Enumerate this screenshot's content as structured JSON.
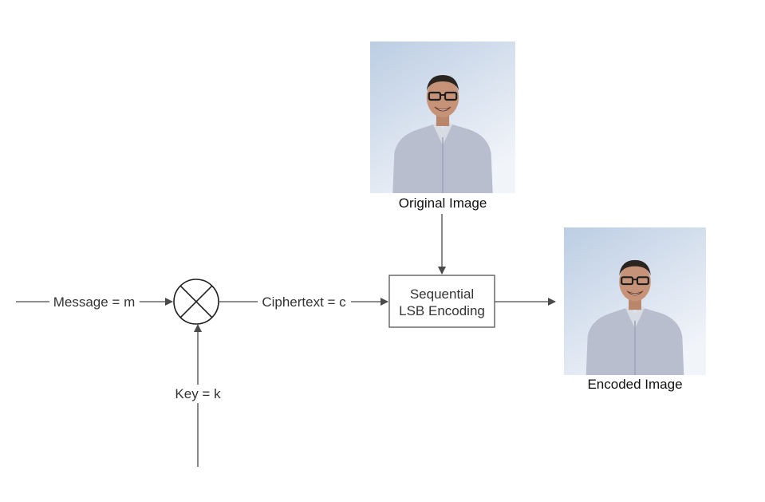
{
  "labels": {
    "message": "Message = m",
    "ciphertext": "Ciphertext = c",
    "key": "Key = k"
  },
  "process_box": {
    "line1": "Sequential",
    "line2": "LSB Encoding"
  },
  "images": {
    "original_caption": "Original Image",
    "encoded_caption": "Encoded Image"
  },
  "colors": {
    "line": "#4a4a4a",
    "photo_bg_top": "#c3d3e6",
    "photo_bg_bottom": "#eef2f8",
    "shirt": "#b9bfce",
    "skin": "#c79479"
  },
  "icons": {
    "xor_operator": "circle-with-x",
    "photo": "person-portrait"
  }
}
